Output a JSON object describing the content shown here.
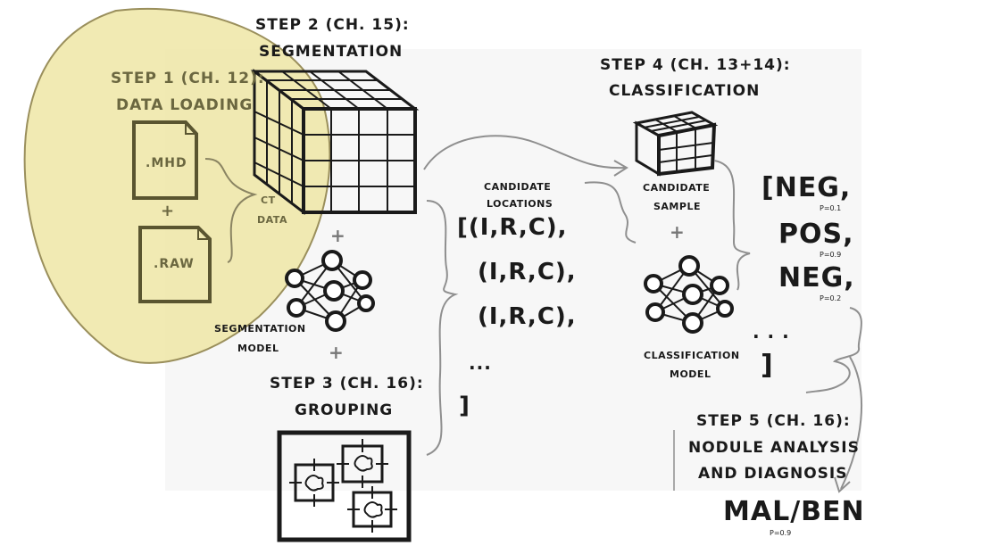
{
  "steps": {
    "step1": {
      "heading": "STEP 1 (CH. 12):",
      "title": "DATA LOADING",
      "file1": ".MHD",
      "plus": "+",
      "file2": ".RAW",
      "output_line1": "CT",
      "output_line2": "DATA"
    },
    "step2": {
      "heading": "STEP 2 (CH. 15):",
      "title": "SEGMENTATION",
      "plus_top": "+",
      "model_line1": "SEGMENTATION",
      "model_line2": "MODEL",
      "plus_bottom": "+"
    },
    "step3": {
      "heading": "STEP 3 (CH. 16):",
      "title": "GROUPING"
    },
    "candidates": {
      "label_line1": "CANDIDATE",
      "label_line2": "LOCATIONS",
      "row1": "[(I,R,C),",
      "row2": "(I,R,C),",
      "row3": "(I,R,C),",
      "ellipsis": "...",
      "close_bracket": "]"
    },
    "step4": {
      "heading": "STEP 4 (CH. 13+14):",
      "title": "CLASSIFICATION",
      "sample_line1": "CANDIDATE",
      "sample_line2": "SAMPLE",
      "plus": "+",
      "model_line1": "CLASSIFICATION",
      "model_line2": "MODEL"
    },
    "results": {
      "row1": "[NEG,",
      "p1": "P=0.1",
      "row2": "POS,",
      "p2": "P=0.9",
      "row3": "NEG,",
      "p3": "P=0.2",
      "ellipsis": ". . .",
      "close_bracket": "]"
    },
    "step5": {
      "heading": "STEP 5 (CH. 16):",
      "title_line1": "NODULE ANALYSIS",
      "title_line2": "AND DIAGNOSIS",
      "result": "MAL/BEN",
      "result_p": "P=0.9"
    }
  },
  "colors": {
    "highlight": "#efe6a6",
    "highlight_stroke": "#9a8f5c",
    "ink": "#1a1a1a",
    "arrow": "#8f8f8f",
    "panel": "#f7f7f7"
  }
}
